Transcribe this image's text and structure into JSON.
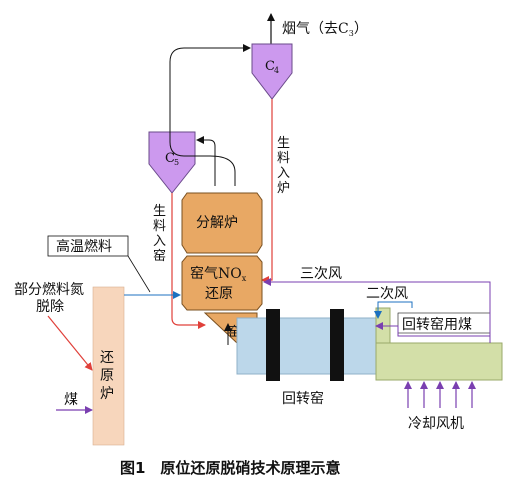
{
  "labels": {
    "flue_gas": "烟气（去C",
    "flue_gas_sub": "3",
    "flue_gas_end": "）",
    "c4": "C",
    "c4_sub": "4",
    "c5": "C",
    "c5_sub": "5",
    "raw_to_furnace": [
      "生",
      "料",
      "入",
      "炉"
    ],
    "raw_to_kiln": [
      "生",
      "料",
      "入",
      "窑"
    ],
    "calciner": "分解炉",
    "kiln_gas_nox": "窑气NO",
    "kiln_gas_nox_sub": "x",
    "reduction": "还原",
    "high_temp_fuel": "高温燃料",
    "partial_fuel_line1": "部分燃料氮",
    "partial_fuel_line2": "脱除",
    "reduction_furnace": [
      "还",
      "原",
      "炉"
    ],
    "coal": "煤",
    "tertiary_air": "三次风",
    "secondary_air": "二次风",
    "kiln_coal": "回转窑用煤",
    "kiln_gas": "窑气",
    "rotary_kiln": "回转窑",
    "cooling_fan": "冷却风机"
  },
  "caption": "图1　原位还原脱硝技术原理示意",
  "colors": {
    "cyclone": "#cc99ee",
    "calciner": "#e8a864",
    "reduction_furnace": "#f7d6bc",
    "kiln": "#bcd7ea",
    "cooler": "#d3dfa8",
    "red_flow": "#e0403a",
    "purple_flow": "#7a3fb0",
    "blue_flow": "#1c70c0"
  },
  "icons": [
    "arrow-icon"
  ]
}
